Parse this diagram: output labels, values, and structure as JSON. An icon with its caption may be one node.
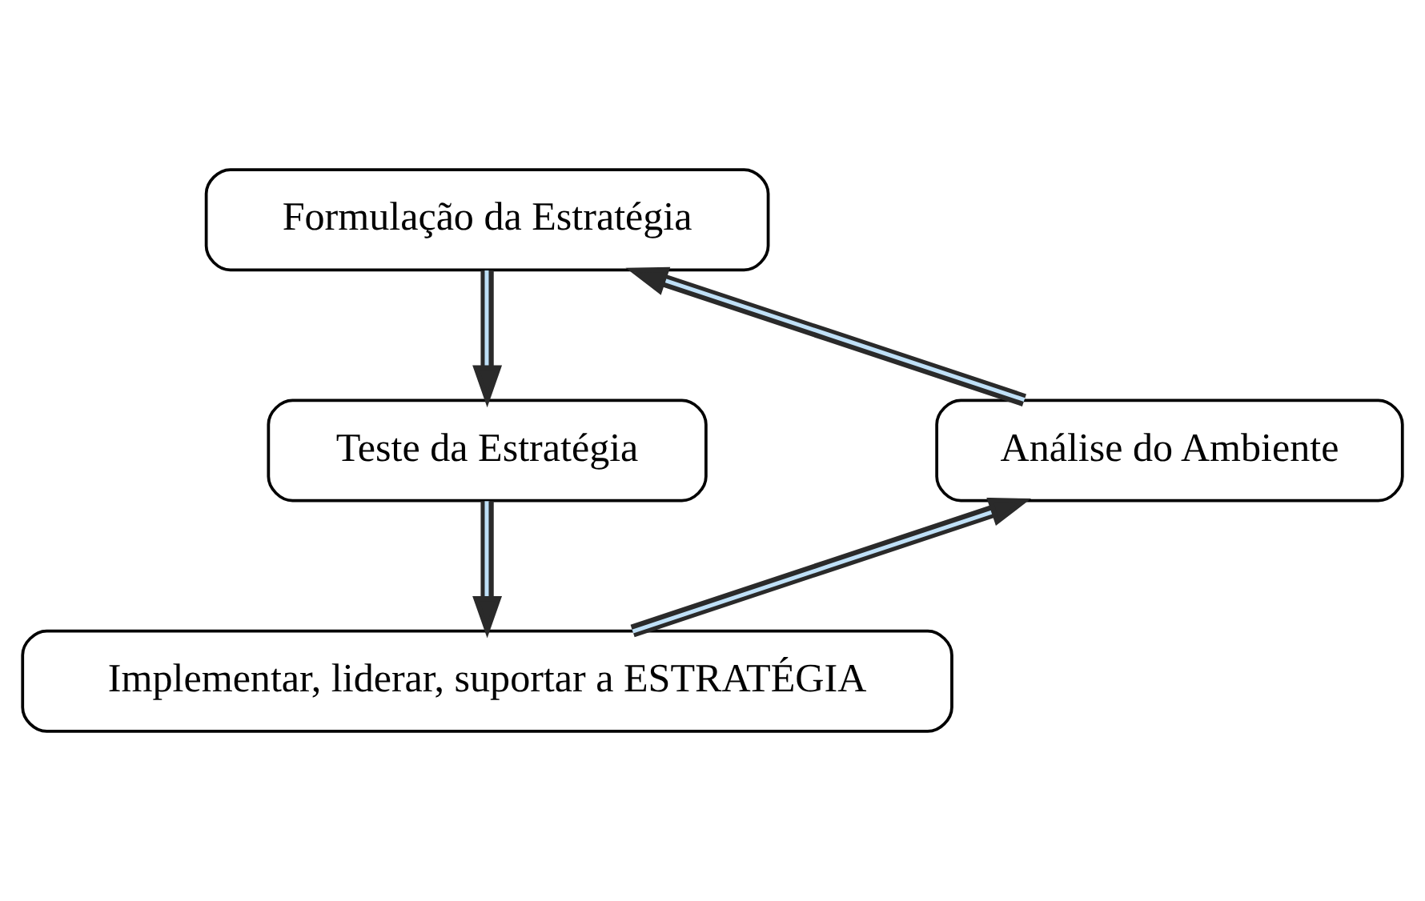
{
  "diagram": {
    "nodes": [
      {
        "text": [
          "Formulação da Estratégia"
        ]
      },
      {
        "text": [
          "Teste da Estratégia"
        ]
      },
      {
        "text": [
          "Implementar, liderar, suportar a ESTRATÉGIA"
        ]
      },
      {
        "text": [
          "Análise do Ambiente"
        ]
      }
    ],
    "edges": [
      {
        "from": 0,
        "to": 1,
        "arrow": "to"
      },
      {
        "from": 1,
        "to": 2,
        "arrow": "to"
      },
      {
        "from": 2,
        "to": 3,
        "arrow": "to"
      },
      {
        "from": 3,
        "to": 0,
        "arrow": "to"
      }
    ]
  }
}
